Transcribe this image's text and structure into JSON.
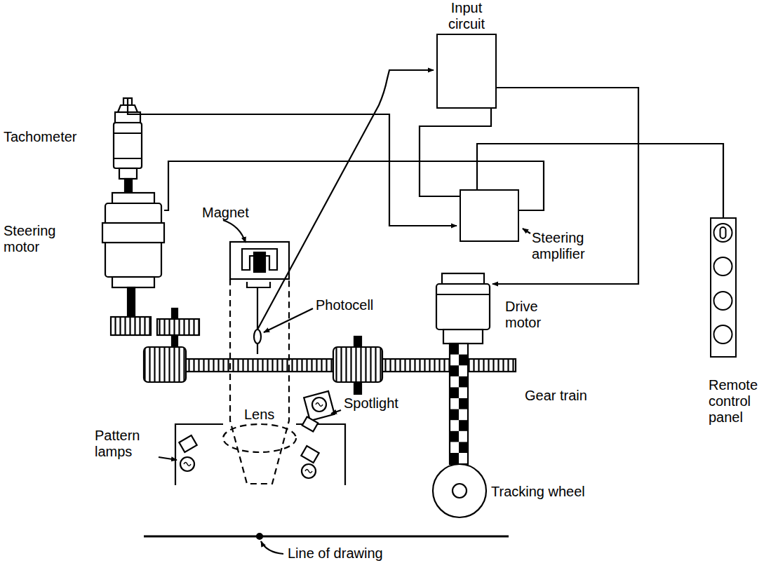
{
  "diagram": {
    "nodes": [
      {
        "text": [
          "Input circuit"
        ]
      },
      {
        "text": [
          "Steering amplifier"
        ]
      },
      {
        "text": [
          "Remote control panel"
        ]
      }
    ],
    "edges": [
      {
        "from": 0,
        "to": 1,
        "arrow": "none"
      },
      {
        "from": 2,
        "to": 1,
        "arrow": "none"
      }
    ],
    "labels": [
      "Tachometer",
      "Steering motor",
      "Magnet",
      "Photocell",
      "Lens",
      "Spotlight",
      "Pattern lamps",
      "Gear train",
      "Drive motor",
      "Tracking wheel",
      "Line of drawing"
    ]
  }
}
